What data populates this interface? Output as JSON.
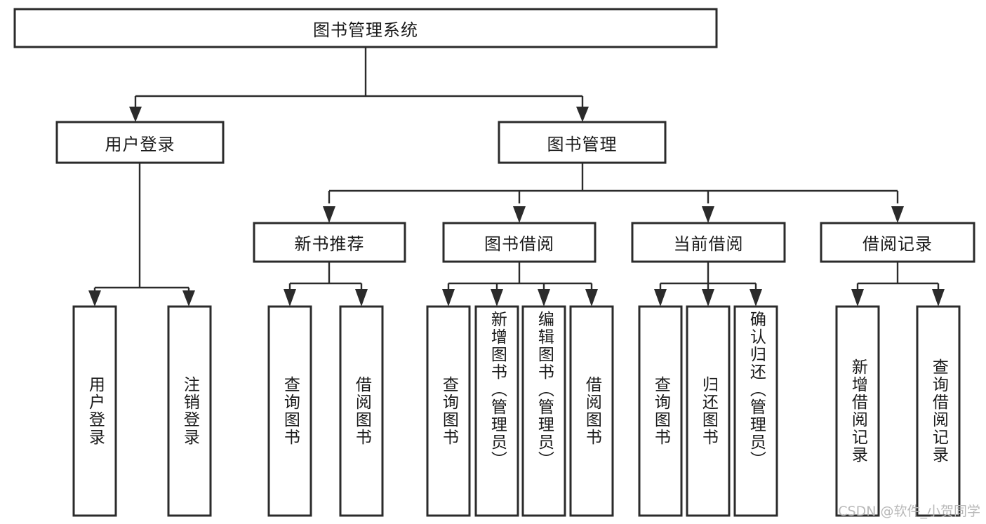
{
  "diagram": {
    "title": "图书管理系统",
    "type": "tree",
    "watermark": "CSDN @软件_小贺同学",
    "colors": {
      "box_stroke": "#2b2b2b",
      "box_fill": "#ffffff",
      "connector": "#2b2b2b",
      "text": "#1a1a1a",
      "background": "#ffffff",
      "watermark": "#b9b9b9"
    },
    "root": {
      "label": "图书管理系统",
      "orientation": "horizontal"
    },
    "level2": [
      {
        "label": "用户登录",
        "orientation": "horizontal"
      },
      {
        "label": "图书管理",
        "orientation": "horizontal"
      }
    ],
    "level3": [
      {
        "label": "新书推荐",
        "orientation": "horizontal",
        "parent": "图书管理"
      },
      {
        "label": "图书借阅",
        "orientation": "horizontal",
        "parent": "图书管理"
      },
      {
        "label": "当前借阅",
        "orientation": "horizontal",
        "parent": "图书管理"
      },
      {
        "label": "借阅记录",
        "orientation": "horizontal",
        "parent": "图书管理"
      }
    ],
    "leaves": {
      "user_login": [
        {
          "label": "用户登录",
          "orientation": "vertical"
        },
        {
          "label": "注销登录",
          "orientation": "vertical"
        }
      ],
      "new_book_recommend": [
        {
          "label": "查询图书",
          "orientation": "vertical"
        },
        {
          "label": "借阅图书",
          "orientation": "vertical"
        }
      ],
      "book_borrow": [
        {
          "label": "查询图书",
          "orientation": "vertical"
        },
        {
          "label": "新增图书（管理员）",
          "orientation": "vertical"
        },
        {
          "label": "编辑图书（管理员）",
          "orientation": "vertical"
        },
        {
          "label": "借阅图书",
          "orientation": "vertical"
        }
      ],
      "current_borrow": [
        {
          "label": "查询图书",
          "orientation": "vertical"
        },
        {
          "label": "归还图书",
          "orientation": "vertical"
        },
        {
          "label": "确认归还（管理员）",
          "orientation": "vertical"
        }
      ],
      "borrow_record": [
        {
          "label": "新增借阅记录",
          "orientation": "vertical"
        },
        {
          "label": "查询借阅记录",
          "orientation": "vertical"
        }
      ]
    }
  }
}
